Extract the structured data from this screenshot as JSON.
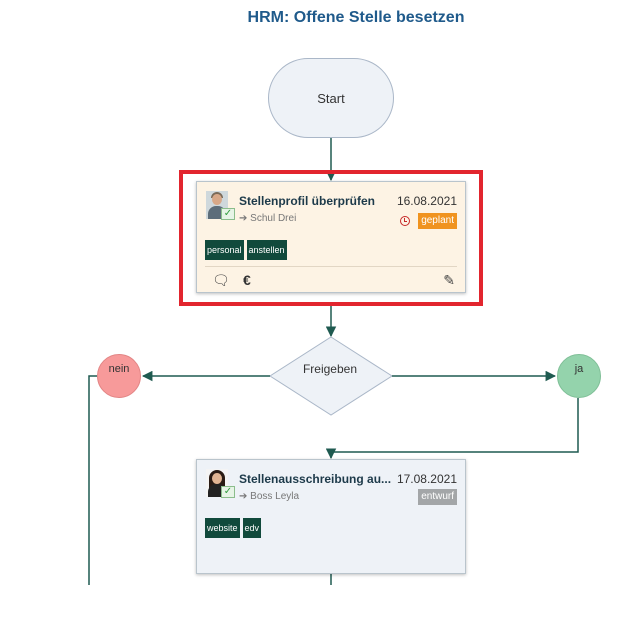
{
  "diagram": {
    "title": "HRM: Offene Stelle besetzen",
    "start_label": "Start",
    "decision_label": "Freigeben",
    "no_label": "nein",
    "yes_label": "ja"
  },
  "tasks": [
    {
      "title": "Stellenprofil überprüfen",
      "date": "16.08.2021",
      "assignee": "Schul Drei",
      "status": "geplant",
      "tags": [
        "personal",
        "anstellen"
      ],
      "icons": [
        "comment-icon",
        "euro-icon",
        "pencil-icon",
        "clock-icon"
      ]
    },
    {
      "title": "Stellenausschreibung au...",
      "date": "17.08.2021",
      "assignee": "Boss Leyla",
      "status": "entwurf",
      "tags": [
        "website",
        "edv"
      ]
    }
  ],
  "colors": {
    "title": "#1f5a8b",
    "connector": "#1f5a50",
    "highlight": "#e2252e",
    "status_planned": "#f0931f",
    "status_draft": "#a3a6a8",
    "tag_bg": "#114a3c",
    "no_circle": "#f79a9a",
    "yes_circle": "#94d3ac"
  }
}
